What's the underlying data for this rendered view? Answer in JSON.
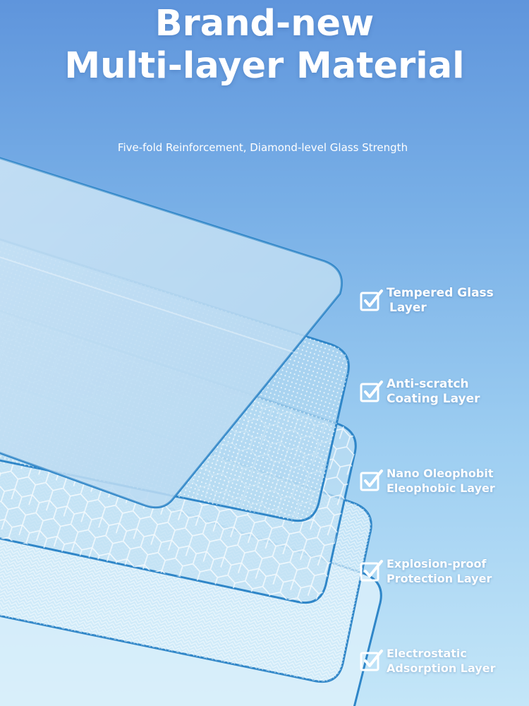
{
  "title": {
    "line1": "Brand-new",
    "line2": "Multi-layer Material"
  },
  "subtitle": "Five-fold Reinforcement, Diamond-level Glass Strength",
  "layers": [
    {
      "line1": "Tempered Glass",
      "line2": "Layer",
      "icon": "checkbox-icon"
    },
    {
      "line1": "Anti-scratch",
      "line2": "Coating Layer",
      "icon": "checkbox-icon"
    },
    {
      "line1": "Nano Oleophobit",
      "line2": "Eleophobic Layer",
      "icon": "checkbox-icon"
    },
    {
      "line1": "Explosion-proof",
      "line2": "Protection Layer",
      "icon": "checkbox-icon"
    },
    {
      "line1": "Electrostatic",
      "line2": "Adsorption Layer",
      "icon": "checkbox-icon"
    }
  ],
  "colors": {
    "background_top": "#5f95dc",
    "background_bottom": "#c4e6f8",
    "glass_edge": "#2f86c8",
    "text": "#ffffff"
  }
}
